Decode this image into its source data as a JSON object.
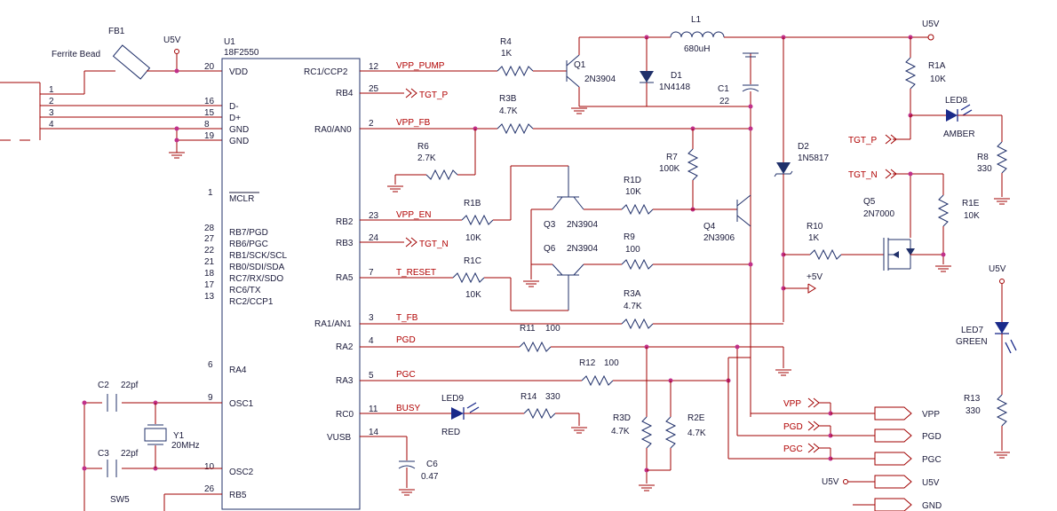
{
  "chip": {
    "ref": "U1",
    "part": "18F2550",
    "left_pins": [
      {
        "num": "20",
        "name": "VDD"
      },
      {
        "num": "16",
        "name": "D-"
      },
      {
        "num": "15",
        "name": "D+"
      },
      {
        "num": "8",
        "name": "GND"
      },
      {
        "num": "19",
        "name": "GND"
      },
      {
        "num": "1",
        "name": "MCLR"
      },
      {
        "num": "28",
        "name": "RB7/PGD"
      },
      {
        "num": "27",
        "name": "RB6/PGC"
      },
      {
        "num": "22",
        "name": "RB1/SCK/SCL"
      },
      {
        "num": "21",
        "name": "RB0/SDI/SDA"
      },
      {
        "num": "18",
        "name": "RC7/RX/SDO"
      },
      {
        "num": "17",
        "name": "RC6/TX"
      },
      {
        "num": "13",
        "name": "RC2/CCP1"
      },
      {
        "num": "6",
        "name": "RA4"
      },
      {
        "num": "9",
        "name": "OSC1"
      },
      {
        "num": "10",
        "name": "OSC2"
      },
      {
        "num": "26",
        "name": "RB5"
      }
    ],
    "right_pins": [
      {
        "num": "12",
        "name": "RC1/CCP2",
        "net": "VPP_PUMP"
      },
      {
        "num": "25",
        "name": "RB4",
        "net": "TGT_P"
      },
      {
        "num": "2",
        "name": "RA0/AN0",
        "net": "VPP_FB"
      },
      {
        "num": "23",
        "name": "RB2",
        "net": "VPP_EN"
      },
      {
        "num": "24",
        "name": "RB3",
        "net": "TGT_N"
      },
      {
        "num": "7",
        "name": "RA5",
        "net": "T_RESET"
      },
      {
        "num": "3",
        "name": "RA1/AN1",
        "net": "T_FB"
      },
      {
        "num": "4",
        "name": "RA2",
        "net": "PGD"
      },
      {
        "num": "5",
        "name": "RA3",
        "net": "PGC"
      },
      {
        "num": "11",
        "name": "RC0",
        "net": "BUSY"
      },
      {
        "num": "14",
        "name": "VUSB",
        "net": ""
      }
    ]
  },
  "connector": {
    "pins": [
      "1",
      "2",
      "3",
      "4"
    ]
  },
  "labels": {
    "fb1": "FB1",
    "ferrite": "Ferrite Bead",
    "u5v": "U5V",
    "l1": "L1",
    "l1_val": "680uH",
    "r4": "R4",
    "r4_val": "1K",
    "q1": "Q1",
    "q1_val": "2N3904",
    "d1": "D1",
    "d1_val": "1N4148",
    "c1": "C1",
    "c1_val": "22",
    "r1a": "R1A",
    "r1a_val": "10K",
    "led8": "LED8",
    "led8_val": "AMBER",
    "r8": "R8",
    "r8_val": "330",
    "r3b": "R3B",
    "r3b_val": "4.7K",
    "r6": "R6",
    "r6_val": "2.7K",
    "r7": "R7",
    "r7_val": "100K",
    "d2": "D2",
    "d2_val": "1N5817",
    "r1d": "R1D",
    "r1d_val": "10K",
    "q3": "Q3",
    "q3_val": "2N3904",
    "q6": "Q6",
    "q6_val": "2N3904",
    "q4": "Q4",
    "q4_val": "2N3906",
    "r9": "R9",
    "r9_val": "100",
    "r1b": "R1B",
    "r1b_val": "10K",
    "r1c": "R1C",
    "r1c_val": "10K",
    "r10": "R10",
    "r10_val": "1K",
    "q5": "Q5",
    "q5_val": "2N7000",
    "r1e": "R1E",
    "r1e_val": "10K",
    "plus5v": "+5V",
    "r3a": "R3A",
    "r3a_val": "4.7K",
    "led7": "LED7",
    "led7_val": "GREEN",
    "r13": "R13",
    "r13_val": "330",
    "r11": "R11",
    "r11_val": "100",
    "r12": "R12",
    "r12_val": "100",
    "led9": "LED9",
    "led9_val": "RED",
    "r14": "R14",
    "r14_val": "330",
    "r3d": "R3D",
    "r3d_val": "4.7K",
    "r2e": "R2E",
    "r2e_val": "4.7K",
    "c6": "C6",
    "c6_val": "0.47",
    "c2": "C2",
    "c2_val": "22pf",
    "c3": "C3",
    "c3_val": "22pf",
    "y1": "Y1",
    "y1_val": "20MHz",
    "sw5": "SW5",
    "tgt_p": "TGT_P",
    "tgt_n": "TGT_N"
  },
  "outputs": [
    {
      "tag": "VPP",
      "name": "VPP"
    },
    {
      "tag": "PGD",
      "name": "PGD"
    },
    {
      "tag": "PGC",
      "name": "PGC"
    },
    {
      "tag": "U5V",
      "name": "U5V"
    },
    {
      "tag": "",
      "name": "GND"
    }
  ],
  "colors": {
    "wire": "#a00000",
    "component": "#20306a",
    "junction": "#c0308a",
    "text": "#1a1a3a"
  }
}
